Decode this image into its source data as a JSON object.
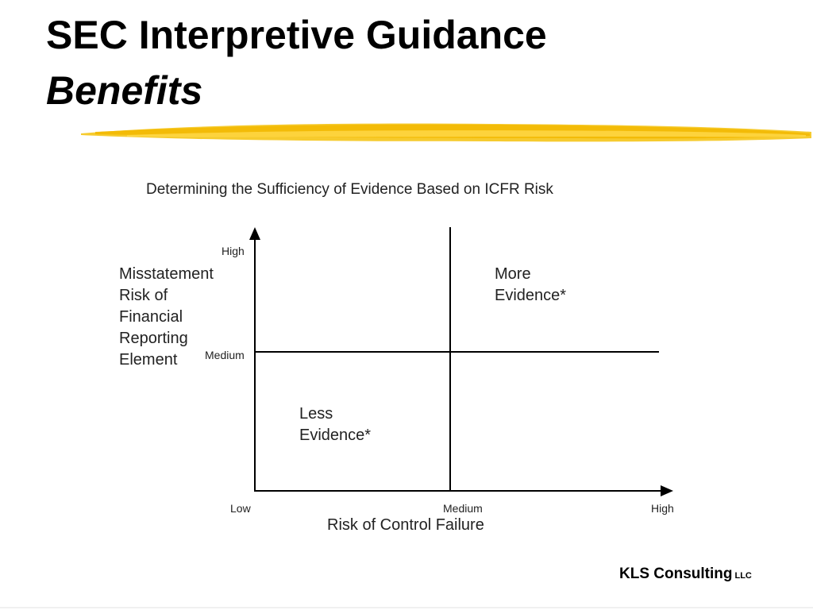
{
  "slide": {
    "title": "SEC Interpretive Guidance",
    "subtitle": "Benefits",
    "footer_company": "KLS Consulting",
    "footer_suffix": "LLC"
  },
  "colors": {
    "brush_stroke": "#f5c518",
    "axis": "#000000",
    "text": "#222222"
  },
  "diagram": {
    "title": "Determining the Sufficiency of Evidence Based on ICFR Risk",
    "y_axis_label": [
      "Misstatement",
      "Risk of",
      "Financial",
      "Reporting",
      "Element"
    ],
    "y_ticks": {
      "high": "High",
      "medium": "Medium"
    },
    "x_ticks": {
      "low": "Low",
      "medium": "Medium",
      "high": "High"
    },
    "x_axis_label": "Risk of Control Failure",
    "quadrant_upper_right": [
      "More",
      "Evidence*"
    ],
    "quadrant_lower_left": [
      "Less",
      "Evidence*"
    ]
  }
}
